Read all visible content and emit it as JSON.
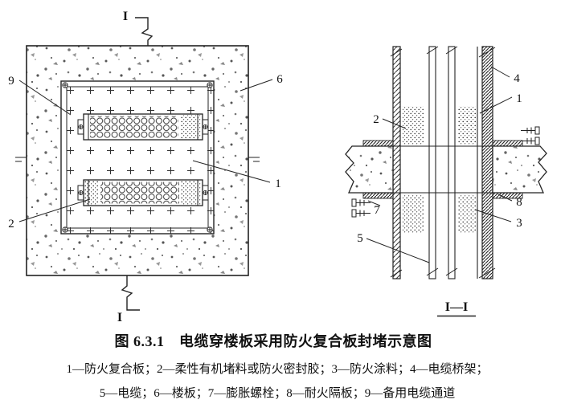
{
  "figure": {
    "caption": "图 6.3.1　电缆穿楼板采用防火复合板封堵示意图",
    "legend_lines": [
      "1—防火复合板；2—柔性有机堵料或防火密封胶；3—防火涂料；4—电缆桥架；",
      "5—电缆；6—楼板；7—膨胀螺栓；8—耐火隔板；9—备用电缆通道"
    ]
  },
  "plan_view": {
    "section_mark_top": "I",
    "section_mark_bottom": "I",
    "callouts": [
      {
        "num": "9"
      },
      {
        "num": "6"
      },
      {
        "num": "1"
      },
      {
        "num": "2"
      }
    ]
  },
  "section_view": {
    "title": "I—I",
    "callouts": [
      {
        "num": "4"
      },
      {
        "num": "1"
      },
      {
        "num": "2"
      },
      {
        "num": "8"
      },
      {
        "num": "3"
      },
      {
        "num": "7"
      },
      {
        "num": "5"
      }
    ]
  }
}
